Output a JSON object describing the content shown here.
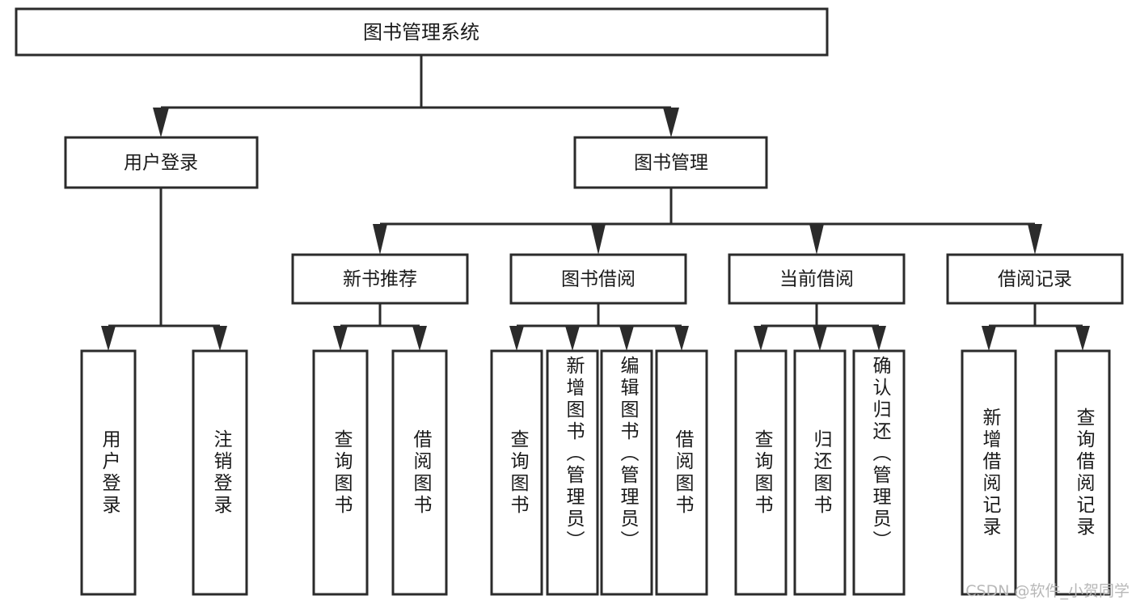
{
  "diagram": {
    "title": "图书管理系统",
    "type": "hierarchy-tree",
    "watermark": "CSDN @软件_小贺同学",
    "colors": {
      "stroke": "#2b2b2b",
      "fill": "#ffffff",
      "text": "#1a1a1a",
      "watermark": "#b8b8b8"
    },
    "root": {
      "label": "图书管理系统"
    },
    "level2": [
      {
        "label": "用户登录"
      },
      {
        "label": "图书管理"
      }
    ],
    "level3": [
      {
        "label": "新书推荐"
      },
      {
        "label": "图书借阅"
      },
      {
        "label": "当前借阅"
      },
      {
        "label": "借阅记录"
      }
    ],
    "leaves_user_login": [
      {
        "label": "用户登录"
      },
      {
        "label": "注销登录"
      }
    ],
    "leaves_new_book": [
      {
        "label": "查询图书"
      },
      {
        "label": "借阅图书"
      }
    ],
    "leaves_borrow": [
      {
        "label": "查询图书"
      },
      {
        "label": "新增图书（管理员）"
      },
      {
        "label": "编辑图书（管理员）"
      },
      {
        "label": "借阅图书"
      }
    ],
    "leaves_current": [
      {
        "label": "查询图书"
      },
      {
        "label": "归还图书"
      },
      {
        "label": "确认归还（管理员）"
      }
    ],
    "leaves_record": [
      {
        "label": "新增借阅记录"
      },
      {
        "label": "查询借阅记录"
      }
    ]
  }
}
